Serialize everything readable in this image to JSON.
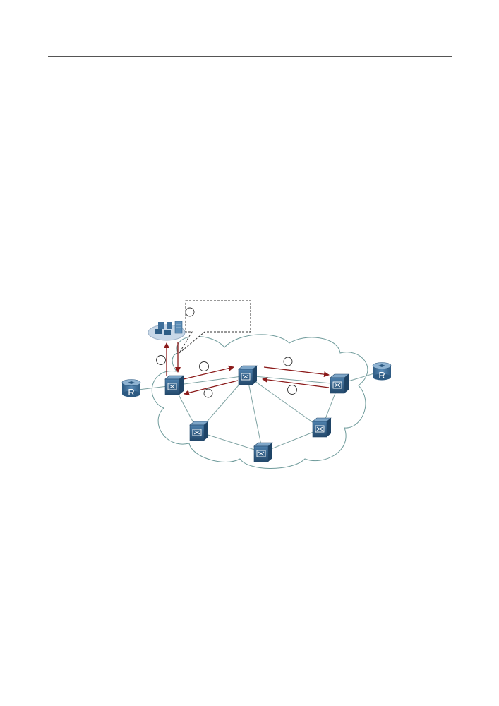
{
  "diagram": {
    "routers": [
      {
        "id": "router-left",
        "label": "R"
      },
      {
        "id": "router-right",
        "label": "R"
      }
    ],
    "switches": [
      "sw-left",
      "sw-center",
      "sw-right",
      "sw-bottom-left",
      "sw-bottom-center",
      "sw-bottom-right"
    ],
    "step_markers": [
      {
        "id": "step-marker-callout",
        "label": ""
      },
      {
        "id": "step-marker-up",
        "label": ""
      },
      {
        "id": "step-marker-center-right",
        "label": ""
      },
      {
        "id": "step-marker-left-center",
        "label": ""
      },
      {
        "id": "step-marker-center-left",
        "label": ""
      },
      {
        "id": "step-marker-right-center",
        "label": ""
      }
    ],
    "colors": {
      "arrow": "#8b1a1a",
      "link": "#7fa3a3",
      "cloud": "#6f9b9b",
      "device": "#2e5e86",
      "router": "#3f6f9a"
    }
  }
}
